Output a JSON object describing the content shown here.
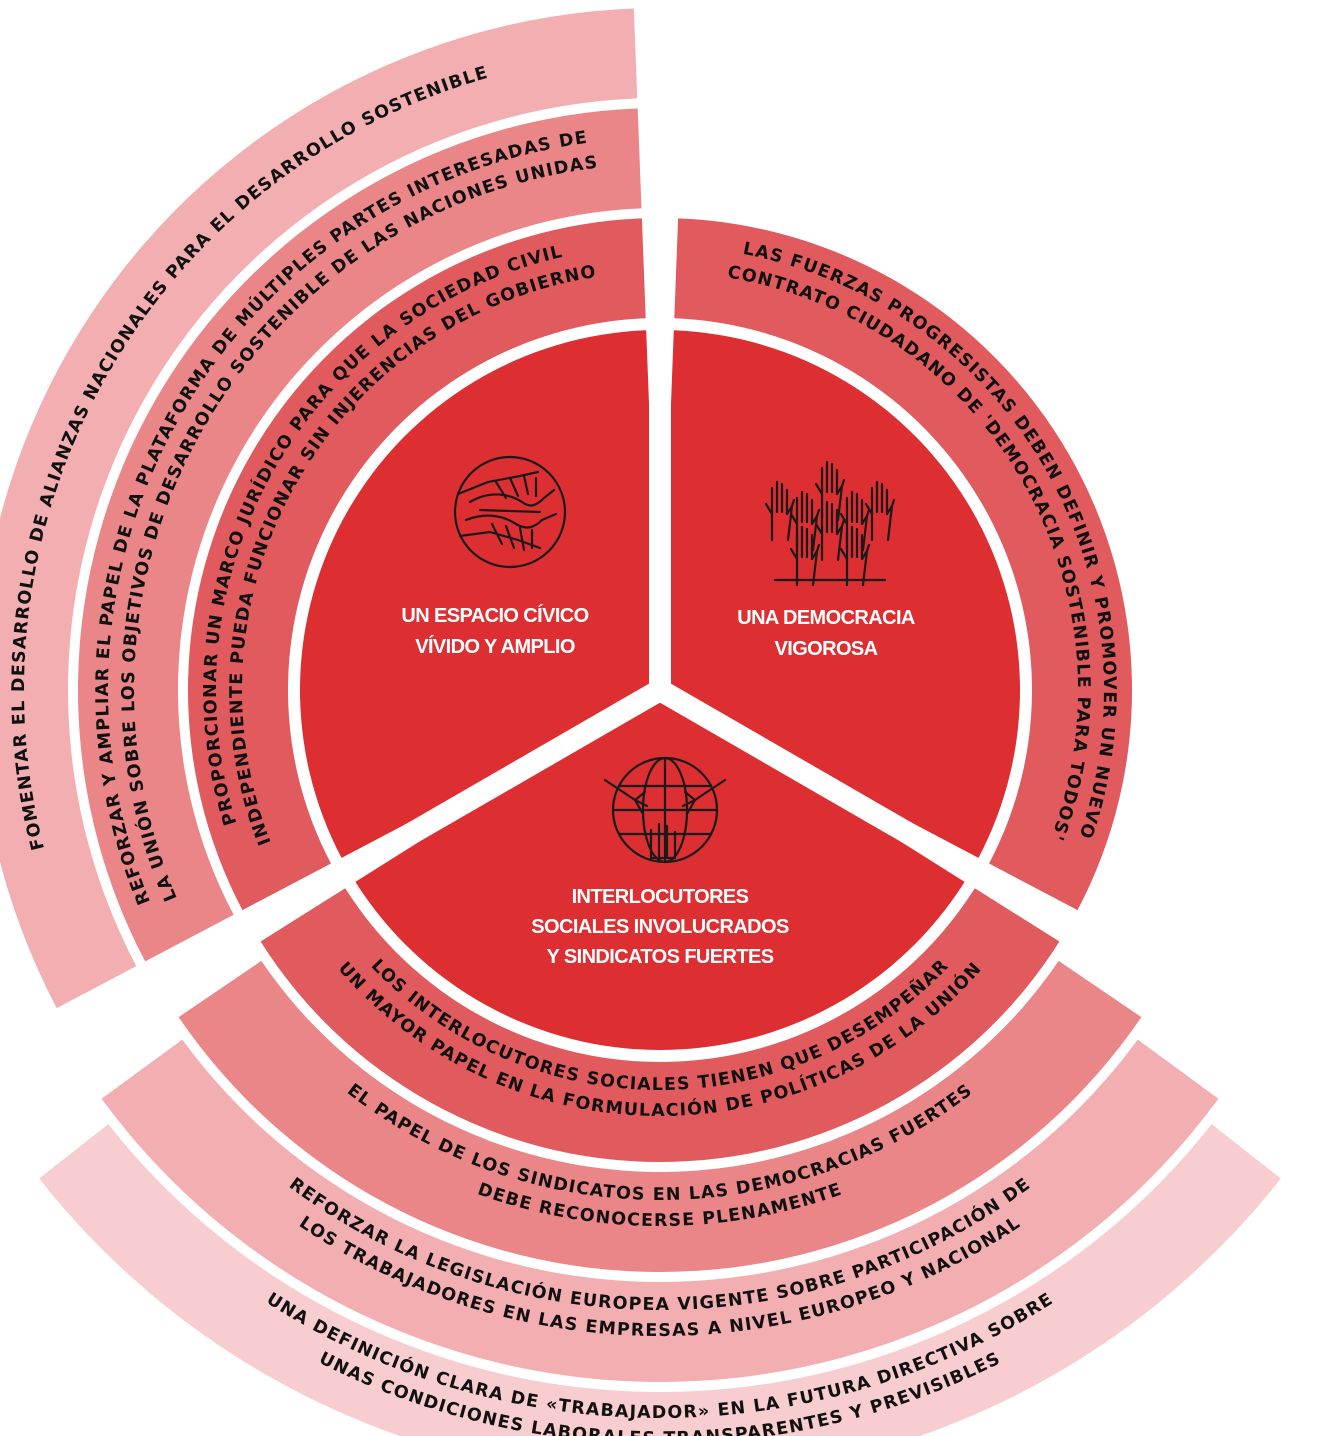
{
  "colors": {
    "core": "#dd2e32",
    "ring1": "#e05a5e",
    "ring2": "#ea8588",
    "ring3": "#f2aeb0",
    "ring4": "#f7cdcf"
  },
  "sectors": {
    "civic": {
      "label_line1": "UN ESPACIO CÍVICO",
      "label_line2": "VÍVIDO Y AMPLIO",
      "icon": "joined-hands-globe-icon",
      "rings": [
        {
          "line1": "PROPORCIONAR UN MARCO JURÍDICO PARA QUE LA SOCIEDAD CIVIL",
          "line2": "INDEPENDIENTE PUEDA FUNCIONAR SIN INJERENCIAS DEL GOBIERNO"
        },
        {
          "line1": "REFORZAR Y AMPLIAR EL PAPEL DE LA PLATAFORMA DE MÚLTIPLES PARTES INTERESADAS DE",
          "line2": "LA UNIÓN SOBRE LOS OBJETIVOS DE DESARROLLO SOSTENIBLE DE LAS NACIONES UNIDAS"
        },
        {
          "line1": "FOMENTAR EL DESARROLLO DE ALIANZAS NACIONALES PARA EL DESARROLLO SOSTENIBLE"
        }
      ]
    },
    "democracy": {
      "label_line1": "UNA DEMOCRACIA",
      "label_line2": "VIGOROSA",
      "icon": "raised-hands-icon",
      "rings": [
        {
          "line1": "LAS FUERZAS PROGRESISTAS DEBEN DEFINIR Y PROMOVER UN NUEVO",
          "line2": "CONTRATO CIUDADANO DE 'DEMOCRACIA SOSTENIBLE PARA TODOS'"
        }
      ]
    },
    "unions": {
      "label_line1": "INTERLOCUTORES",
      "label_line2": "SOCIALES INVOLUCRADOS",
      "label_line3": "Y SINDICATOS FUERTES",
      "icon": "hands-on-globe-icon",
      "rings": [
        {
          "line1": "LOS INTERLOCUTORES SOCIALES TIENEN QUE DESEMPEÑAR",
          "line2": "UN MAYOR PAPEL EN LA FORMULACIÓN DE POLÍTICAS DE LA UNIÓN"
        },
        {
          "line1": "EL PAPEL DE LOS SINDICATOS EN LAS DEMOCRACIAS FUERTES",
          "line2": "DEBE RECONOCERSE PLENAMENTE"
        },
        {
          "line1": "REFORZAR LA LEGISLACIÓN EUROPEA VIGENTE SOBRE PARTICIPACIÓN DE",
          "line2": "LOS TRABAJADORES EN LAS EMPRESAS A NIVEL EUROPEO Y NACIONAL"
        },
        {
          "line1": "UNA DEFINICIÓN CLARA DE «TRABAJADOR» EN LA FUTURA DIRECTIVA SOBRE",
          "line2": "UNAS CONDICIONES LABORALES TRANSPARENTES Y PREVISIBLES"
        }
      ]
    }
  }
}
